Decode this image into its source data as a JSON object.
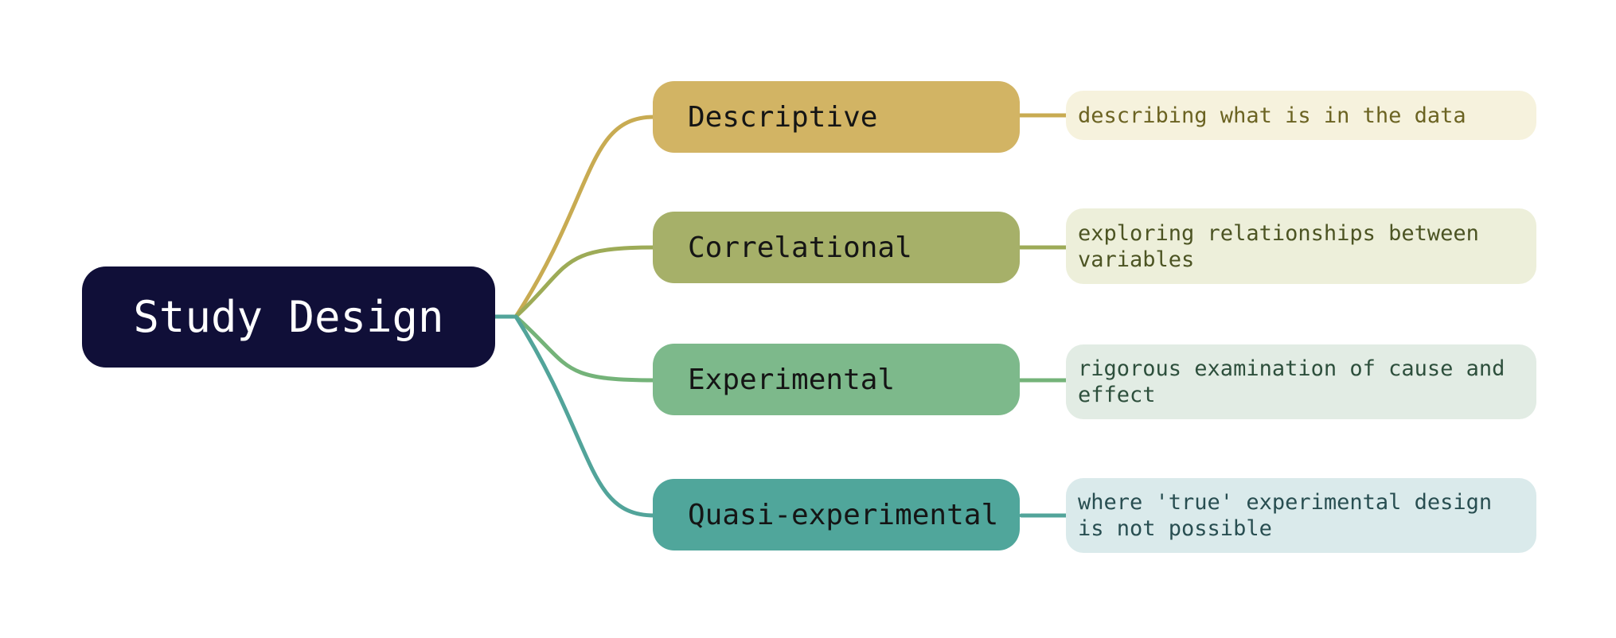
{
  "background_color": "#ffffff",
  "root": {
    "label": "Study Design",
    "fill_color": "#100f38",
    "text_color": "#ffffff"
  },
  "branches": [
    {
      "label": "Descriptive",
      "description": "describing what is in the data",
      "colors": {
        "node": "#d2b464",
        "line": "#c8ab52",
        "box": "#f6f2dd",
        "text": "#6b6322"
      }
    },
    {
      "label": "Correlational",
      "description": "exploring relationships between variables",
      "colors": {
        "node": "#a6b069",
        "line": "#9dab57",
        "box": "#edefda",
        "text": "#4c5423"
      }
    },
    {
      "label": "Experimental",
      "description": "rigorous examination of cause and effect",
      "colors": {
        "node": "#7db98b",
        "line": "#74b379",
        "box": "#e2ece4",
        "text": "#2d4f3c"
      }
    },
    {
      "label": "Quasi-experimental",
      "description": "where 'true' experimental design is not possible",
      "colors": {
        "node": "#50a69b",
        "line": "#52a49a",
        "box": "#daeaeb",
        "text": "#284e51"
      }
    }
  ]
}
